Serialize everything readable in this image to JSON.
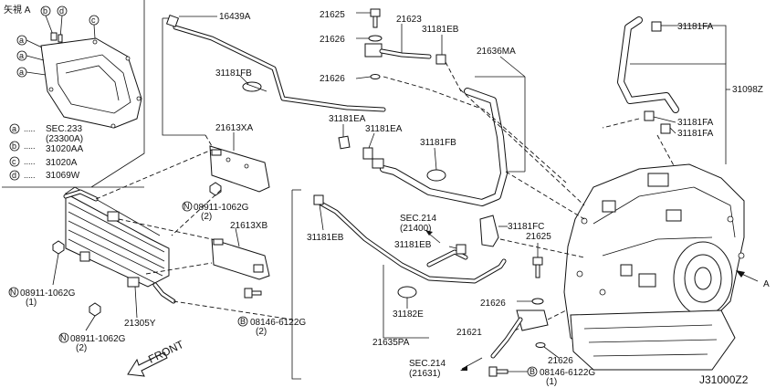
{
  "view": {
    "title": "矢視 A",
    "letters": [
      "a",
      "b",
      "c",
      "d"
    ]
  },
  "legend": [
    {
      "key": "a",
      "dots": ".....",
      "text": "SEC.233",
      "sub": "(23300A)"
    },
    {
      "key": "b",
      "dots": ".....",
      "text": "31020AA"
    },
    {
      "key": "c",
      "dots": ".....",
      "text": "31020A"
    },
    {
      "key": "d",
      "dots": ".....",
      "text": "31069W"
    }
  ],
  "labels": {
    "p16439A": "16439A",
    "p21625a": "21625",
    "p21626a": "21626",
    "p21626b": "21626",
    "p21623": "21623",
    "p31181EBa": "31181EB",
    "p21636MA": "21636MA",
    "p31181FAa": "31181FA",
    "p31098Z": "31098Z",
    "p31181FAb": "31181FA",
    "p31181FAc": "31181FA",
    "p31181FBa": "31181FB",
    "p31181EAa": "31181EA",
    "p31181EAb": "31181EA",
    "p31181FBb": "31181FB",
    "p21613XA": "21613XA",
    "nut1": "08911-1062G",
    "nut1q": "(2)",
    "p21613XB": "21613XB",
    "p31181EBb": "31181EB",
    "sec214a": "SEC.214",
    "sec214a_sub": "(21400)",
    "p31181EBc": "31181EB",
    "p31181FC": "31181FC",
    "p21625b": "21625",
    "arrowA": "A",
    "nut2": "08911-1062G",
    "nut2q": "(1)",
    "bolt1": "08146-6122G",
    "bolt1q": "(2)",
    "p21626c": "21626",
    "p31182E": "31182E",
    "p21621": "21621",
    "p21305Y": "21305Y",
    "nut3": "08911-1062G",
    "nut3q": "(2)",
    "p21626d": "21626",
    "p21635PA": "21635PA",
    "front": "FRONT",
    "sec214b": "SEC.214",
    "sec214b_sub": "(21631)",
    "bolt2": "08146-6122G",
    "bolt2q": "(1)",
    "code": "J31000Z2"
  },
  "symbols": {
    "nut_letter": "N",
    "bolt_letter": "B"
  }
}
